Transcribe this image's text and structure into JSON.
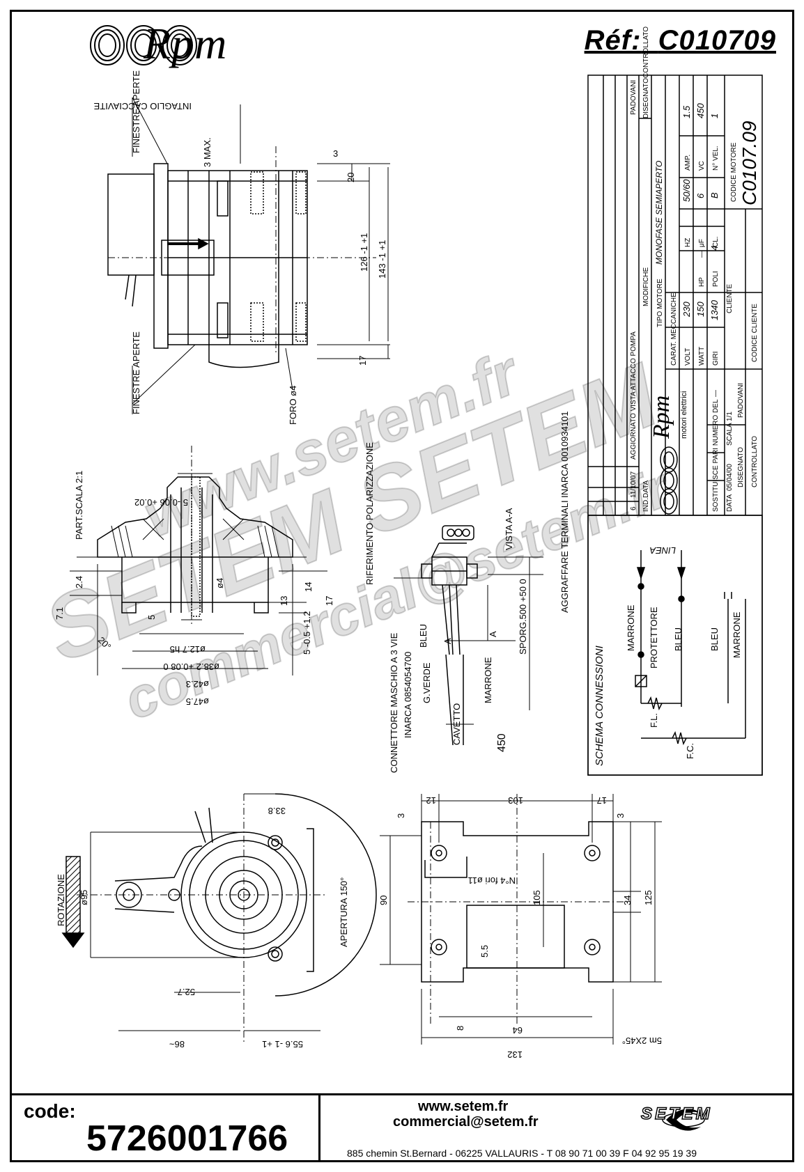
{
  "header": {
    "brand": "Rpm",
    "reference_label": "Réf:",
    "reference_value": "C010709"
  },
  "top_view": {
    "window_label": "FINESTRE APERTE",
    "slot_label": "INTAGLIO CACCIAVITE",
    "max_label": "3 MAX.",
    "hole_label": "FORO ø4",
    "dims": [
      "3",
      "20",
      "126 -1 +1",
      "143 -1 +1",
      "17"
    ]
  },
  "detail_view": {
    "scale_label": "PART.SCALA 2:1",
    "dims": [
      "5 -0.06 +0.02",
      "2.4",
      "7.1",
      "20°",
      "ø4",
      "5",
      "13",
      "14",
      "17",
      "5 -0.5 +1.2",
      "ø12.7 h5",
      "ø38.2 +0.08 0",
      "ø42.3",
      "ø47.5"
    ]
  },
  "connector": {
    "polarization_label": "RIFERIMENTO POLARIZZAZIONE",
    "terminal_label": "AGGRAFFARE TERMINALI INARCA 0010934101",
    "view_label": "VISTA A-A",
    "connector_label": "CONNETTORE MASCHIO A 3 VIE",
    "connector_part": "INARCA 0854054700",
    "wire_labels": [
      "BLEU",
      "A",
      "A",
      "G.VERDE",
      "CAVETTO",
      "MARRONE"
    ],
    "sporg_label": "SPORG.500 +50 0",
    "length": "450"
  },
  "title_block": {
    "row6_num": "6",
    "row6_date": "11/10/07",
    "row6_desc": "AGGIORNATO VISTA ATTACCO POMPA",
    "col_ind": "IND.",
    "col_data": "DATA",
    "col_modifiche": "MODIFICHE",
    "designer": "PADOVANI",
    "designed_label": "DISEGNATO",
    "checked_label": "CONTROLLATO",
    "motor_type_label": "TIPO MOTORE",
    "motor_type": "MONOFASE SEMIAPERTO",
    "mech_label": "CARAT. MECCANICHE",
    "volt_label": "VOLT",
    "volt": "230",
    "hz_label": "HZ",
    "hz": "50/60",
    "amp_label": "AMP.",
    "amp": "1.5",
    "watt_label": "WATT",
    "watt": "150",
    "hp_label": "HP",
    "hp": "—",
    "uf_label": "μF",
    "uf": "6",
    "vc_label": "VC",
    "vc": "450",
    "giri_label": "GIRI",
    "giri": "1340",
    "poli_label": "POLI",
    "poli": "4",
    "cl_label": "CL.",
    "cl": "B",
    "vel_label": "N° VEL.",
    "vel": "1",
    "replaces_label": "SOSTITUISCE PARI NUMERO DEL",
    "replaces": "—",
    "date_label": "DATA",
    "date": "05/04/00",
    "scale_label": "SCALA",
    "scale": "1/1",
    "drawn_label": "DISEGNATO",
    "drawn": "PADOVANI",
    "client_label": "CLIENTE",
    "client_code_label": "CODICE CLIENTE",
    "motor_code_label": "CODICE MOTORE",
    "motor_code": "C0107.09",
    "brand_sub": "motori elettrici"
  },
  "wiring": {
    "title": "SCHEMA CONNESSIONI",
    "line_label": "LINEA",
    "labels": [
      "MARRONE",
      "PROTETTORE",
      "BLEU",
      "BLEU",
      "MARRONE",
      "F.L.",
      "F.C."
    ]
  },
  "front_view": {
    "rotation_label": "ROTAZIONE",
    "aperture_label": "APERTURA 150°",
    "dims": [
      "33.8",
      "ø95",
      "52.7",
      "86~",
      "55.6 -1 +1"
    ]
  },
  "base_view": {
    "holes_label": "N°4 fori ø11",
    "chamfer_label": "5m 2X45°",
    "dims": [
      "12",
      "103",
      "17",
      "3",
      "3",
      "90",
      "105",
      "34",
      "125",
      "5.5",
      "8",
      "64",
      "132",
      "="
    ]
  },
  "footer": {
    "code_label": "code:",
    "code_value": "5726001766",
    "web": "www.setem.fr",
    "email": "commercial@setem.fr",
    "address": "885 chemin St.Bernard  -  06225 VALLAURIS  -  T 08 90 71 00 39   F 04 92 95 19 39",
    "company": "SETEM"
  },
  "watermark": {
    "url": "www.setem.fr",
    "name": "SETEM SETEM",
    "email": "commercial@setem.fr"
  }
}
